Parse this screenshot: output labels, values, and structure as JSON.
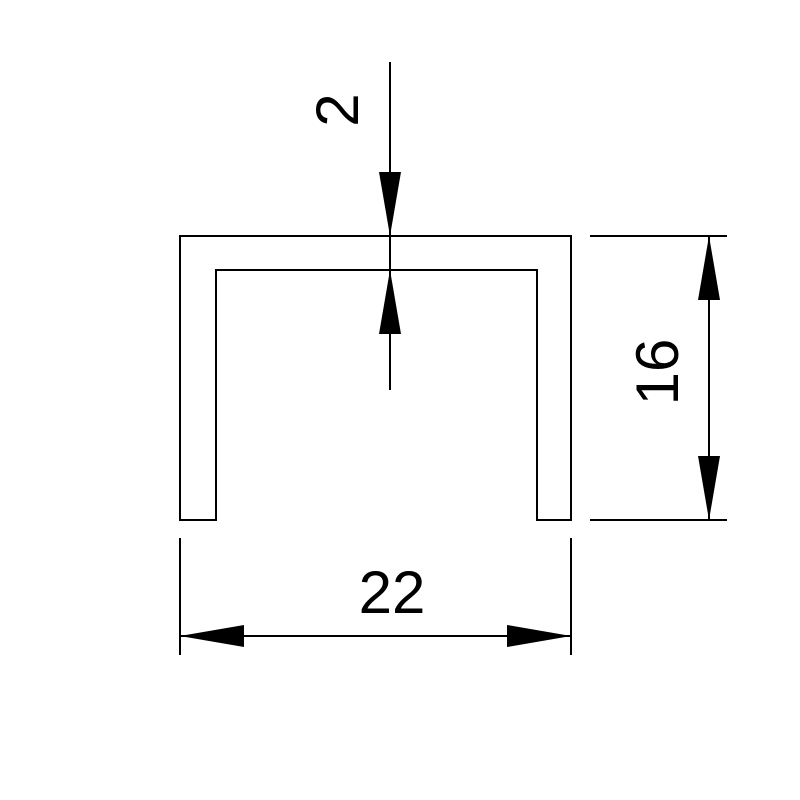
{
  "drawing": {
    "profile": "U-channel",
    "dimensions": {
      "thickness": "2",
      "height": "16",
      "width": "22"
    },
    "colors": {
      "stroke": "#000000",
      "background": "#ffffff"
    }
  }
}
